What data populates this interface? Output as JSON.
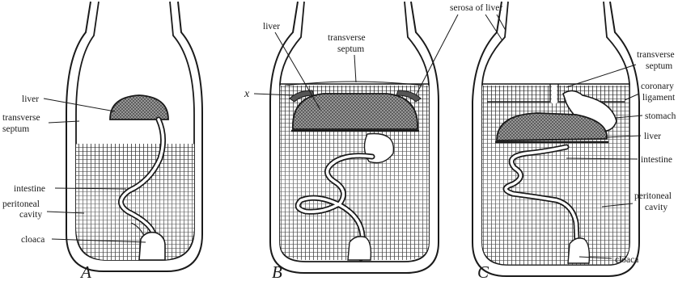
{
  "panels": [
    {
      "letter": "A",
      "labels": {
        "liver": "liver",
        "transverse_septum_1": "transverse",
        "transverse_septum_2": "septum",
        "intestine": "intestine",
        "peritoneal_cavity_1": "peritoneal",
        "peritoneal_cavity_2": "cavity",
        "cloaca": "cloaca"
      }
    },
    {
      "letter": "B",
      "labels": {
        "liver": "liver",
        "transverse_septum_1": "transverse",
        "transverse_septum_2": "septum",
        "x": "x",
        "serosa_of_liver": "serosa of liver"
      }
    },
    {
      "letter": "C",
      "labels": {
        "transverse_septum_1": "transverse",
        "transverse_septum_2": "septum",
        "coronary_ligament_1": "coronary",
        "coronary_ligament_2": "ligament",
        "stomach": "stomach",
        "liver": "liver",
        "intestine": "intestine",
        "peritoneal_cavity_1": "peritoneal",
        "peritoneal_cavity_2": "cavity",
        "cloaca": "cloaca"
      }
    }
  ],
  "colors": {
    "ink": "#1a1a1a",
    "background": "#ffffff"
  }
}
